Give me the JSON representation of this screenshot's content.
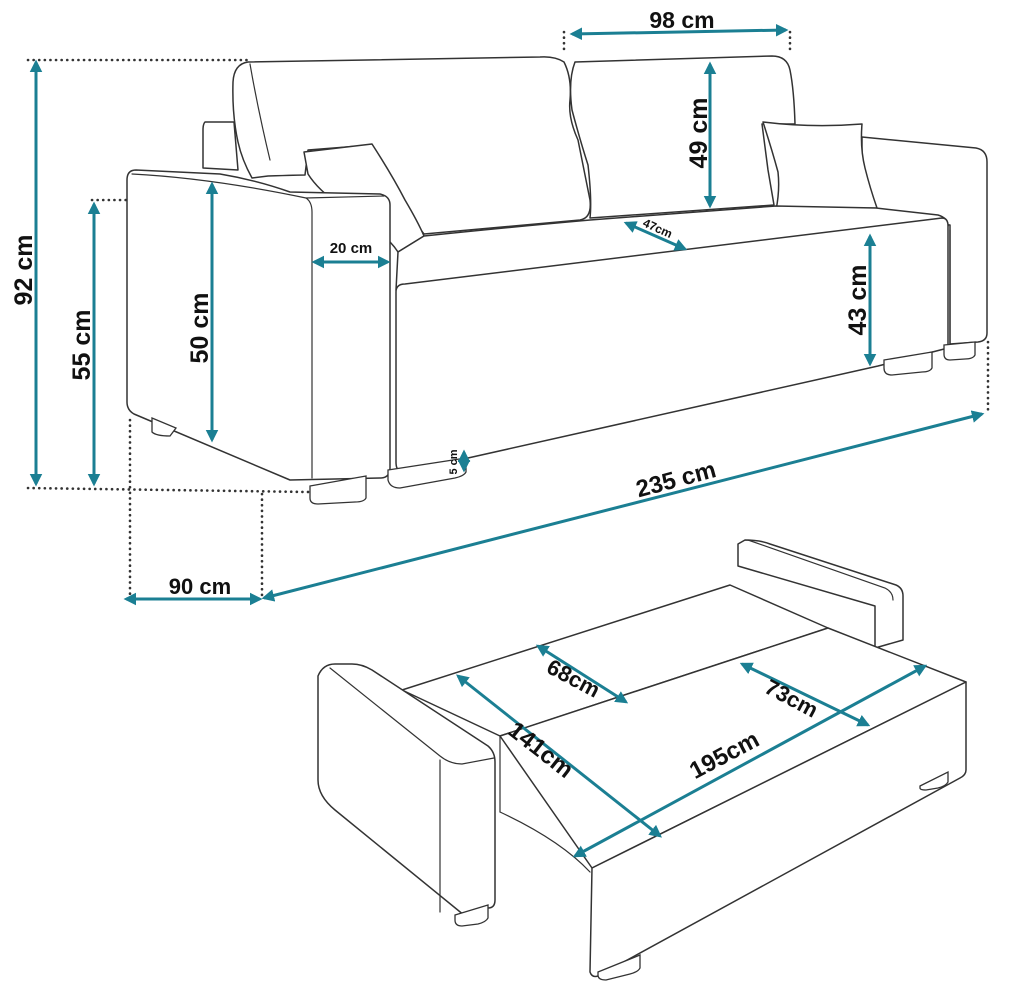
{
  "accent_color": "#1b7f93",
  "sofa": {
    "dimensions": {
      "back_cushion_width": "98 cm",
      "back_cushion_height": "49 cm",
      "seat_depth": "47cm",
      "armrest_width": "20 cm",
      "seat_height": "43 cm",
      "total_height": "92 cm",
      "armrest_height": "55 cm",
      "armrest_side_height": "50 cm",
      "leg_height": "5 cm",
      "total_width": "235 cm",
      "total_depth": "90 cm"
    }
  },
  "bed": {
    "dimensions": {
      "section_depth_left": "68cm",
      "section_depth_right": "73cm",
      "sleeping_depth": "141cm",
      "sleeping_width": "195cm"
    }
  }
}
